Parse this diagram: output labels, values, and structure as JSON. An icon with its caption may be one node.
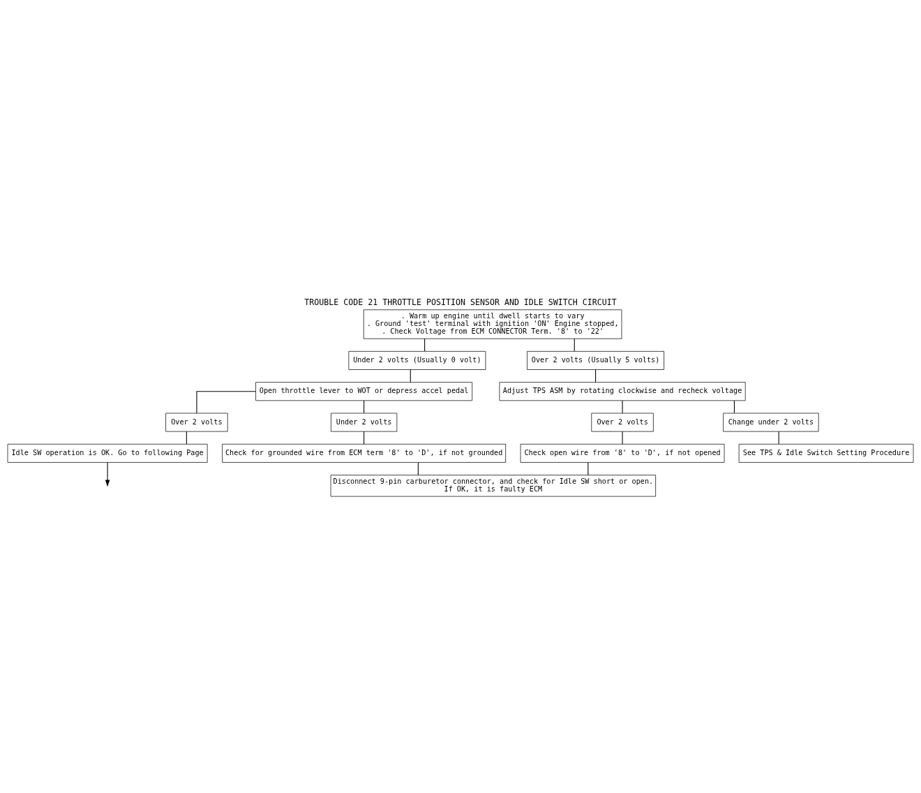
{
  "diagram": {
    "title": "TROUBLE CODE 21 THROTTLE POSITION SENSOR AND IDLE SWITCH CIRCUIT",
    "nodes": [
      {
        "text": [
          ". Warm up engine until dwell starts to vary",
          ". Ground 'test' terminal with ignition 'ON' Engine stopped,",
          ". Check Voltage from ECM CONNECTOR Term. '8' to '22'"
        ]
      },
      {
        "text": [
          "Under 2 volts (Usually 0 volt)"
        ]
      },
      {
        "text": [
          "Over 2 volts (Usually 5 volts)"
        ]
      },
      {
        "text": [
          "Open throttle lever to WOT or depress accel pedal"
        ]
      },
      {
        "text": [
          "Adjust TPS ASM by rotating clockwise and recheck voltage"
        ]
      },
      {
        "text": [
          "Over 2 volts"
        ]
      },
      {
        "text": [
          "Under 2 volts"
        ]
      },
      {
        "text": [
          "Check for grounded wire from ECM term '8' to 'D', if not grounded"
        ]
      },
      {
        "text": [
          "Over 2 volts"
        ]
      },
      {
        "text": [
          "Change under 2 volts"
        ]
      },
      {
        "text": [
          "Check open wire from '8' to 'D', if not opened"
        ]
      },
      {
        "text": [
          "See TPS & Idle Switch Setting Procedure"
        ]
      },
      {
        "text": [
          "Disconnect 9-pin carburetor connector, and check for Idle SW short or open.",
          "If OK, it is faulty ECM"
        ]
      },
      {
        "text": [
          "Idle SW operation is OK. Go to following Page"
        ]
      }
    ],
    "edges": [
      {
        "from": 0,
        "to": 1,
        "arrow": "none"
      },
      {
        "from": 0,
        "to": 2,
        "arrow": "none"
      },
      {
        "from": 1,
        "to": 3,
        "arrow": "none"
      },
      {
        "from": 2,
        "to": 4,
        "arrow": "none"
      },
      {
        "from": 3,
        "to": 5,
        "arrow": "none"
      },
      {
        "from": 3,
        "to": 6,
        "arrow": "none"
      },
      {
        "from": 6,
        "to": 7,
        "arrow": "none"
      },
      {
        "from": 4,
        "to": 8,
        "arrow": "none"
      },
      {
        "from": 4,
        "to": 9,
        "arrow": "none"
      },
      {
        "from": 8,
        "to": 10,
        "arrow": "none"
      },
      {
        "from": 9,
        "to": 11,
        "arrow": "none"
      },
      {
        "from": 7,
        "to": 12,
        "arrow": "none"
      },
      {
        "from": 10,
        "to": 12,
        "arrow": "none"
      },
      {
        "from": 5,
        "to": 13,
        "arrow": "none"
      },
      {
        "from": 13,
        "to": null,
        "arrow": "to"
      }
    ]
  }
}
